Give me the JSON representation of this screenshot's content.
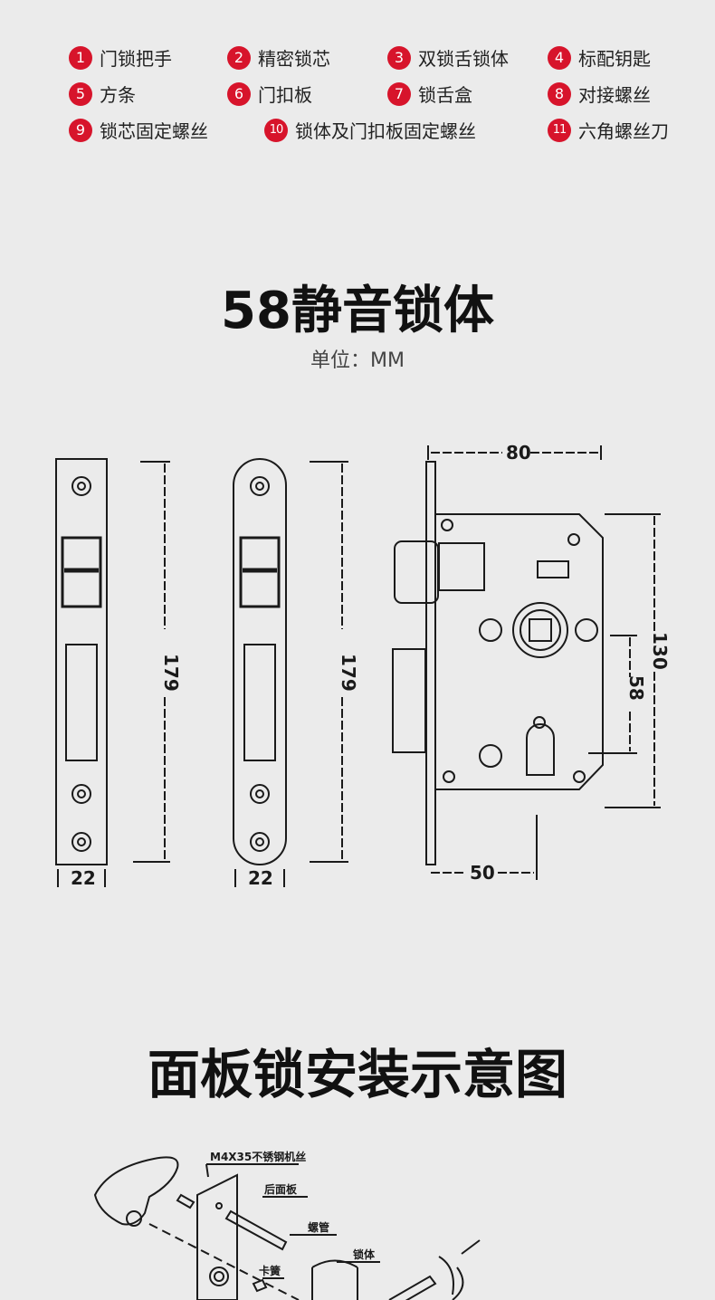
{
  "parts": [
    {
      "num": "1",
      "label": "门锁把手"
    },
    {
      "num": "2",
      "label": "精密锁芯"
    },
    {
      "num": "3",
      "label": "双锁舌锁体"
    },
    {
      "num": "4",
      "label": "标配钥匙"
    },
    {
      "num": "5",
      "label": "方条"
    },
    {
      "num": "6",
      "label": "门扣板"
    },
    {
      "num": "7",
      "label": "锁舌盒"
    },
    {
      "num": "8",
      "label": "对接螺丝"
    },
    {
      "num": "9",
      "label": "锁芯固定螺丝"
    },
    {
      "num": "10",
      "label": "锁体及门扣板固定螺丝"
    },
    {
      "num": "11",
      "label": "六角螺丝刀"
    }
  ],
  "section1": {
    "title": "58静音锁体",
    "unit": "单位：MM"
  },
  "dimensions": {
    "plate_height": "179",
    "plate_width": "22",
    "body_width": "80",
    "body_height": "130",
    "center_distance": "58",
    "backset": "50"
  },
  "section2": {
    "title": "面板锁安装示意图"
  },
  "install_labels": {
    "screw": "M4X35不锈钢机丝",
    "back_panel": "后面板",
    "tube": "螺管",
    "clip": "卡簧",
    "lock_body": "锁体"
  },
  "colors": {
    "accent": "#d7142b",
    "background": "#ebebeb",
    "line": "#1a1a1a"
  }
}
